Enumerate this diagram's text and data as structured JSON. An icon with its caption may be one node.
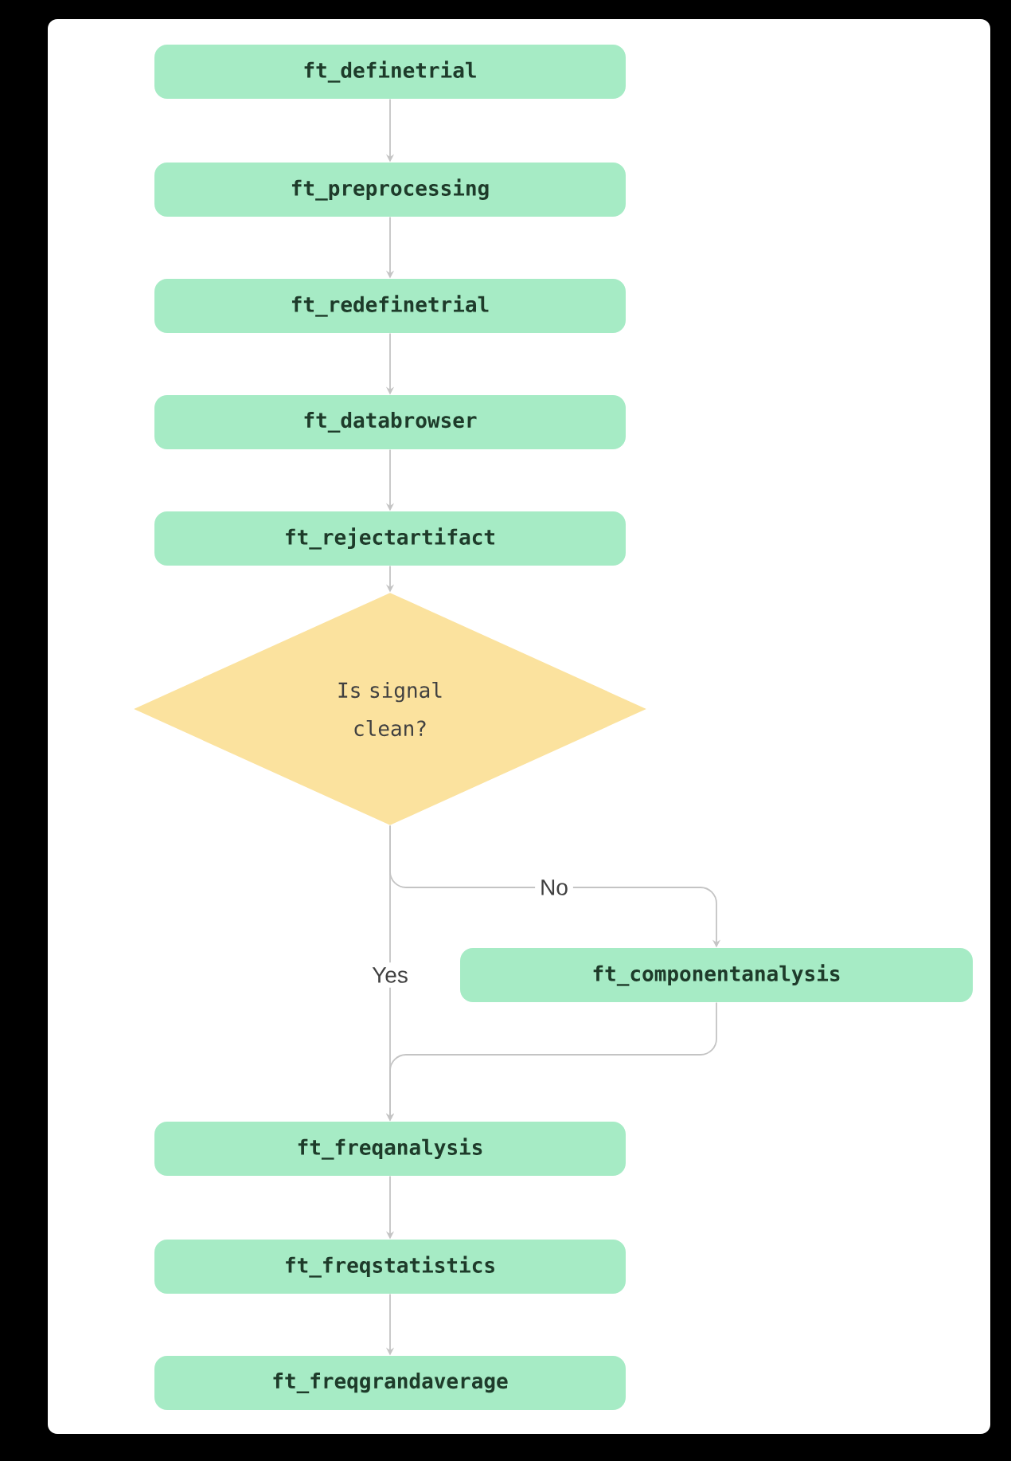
{
  "diagram": {
    "nodes": [
      {
        "text": [
          "ft_definetrial"
        ]
      },
      {
        "text": [
          "ft_preprocessing"
        ]
      },
      {
        "text": [
          "ft_redefinetrial"
        ]
      },
      {
        "text": [
          "ft_databrowser"
        ]
      },
      {
        "text": [
          "ft_rejectartifact"
        ]
      },
      {
        "text": [
          "Is signal clean?"
        ]
      },
      {
        "text": [
          "ft_componentanalysis"
        ]
      },
      {
        "text": [
          "ft_freqanalysis"
        ]
      },
      {
        "text": [
          "ft_freqstatistics"
        ]
      },
      {
        "text": [
          "ft_freqgrandaverage"
        ]
      }
    ],
    "edges": [
      {
        "from": 0,
        "to": 1,
        "arrow": "to"
      },
      {
        "from": 1,
        "to": 2,
        "arrow": "to"
      },
      {
        "from": 2,
        "to": 3,
        "arrow": "to"
      },
      {
        "from": 3,
        "to": 4,
        "arrow": "to"
      },
      {
        "from": 4,
        "to": 5,
        "arrow": "to"
      },
      {
        "from": 5,
        "to": 6,
        "arrow": "to",
        "label": "No"
      },
      {
        "from": 5,
        "to": 7,
        "arrow": "to",
        "label": "Yes"
      },
      {
        "from": 6,
        "to": 7,
        "arrow": "to"
      },
      {
        "from": 7,
        "to": 8,
        "arrow": "to"
      },
      {
        "from": 8,
        "to": 9,
        "arrow": "to"
      }
    ]
  }
}
